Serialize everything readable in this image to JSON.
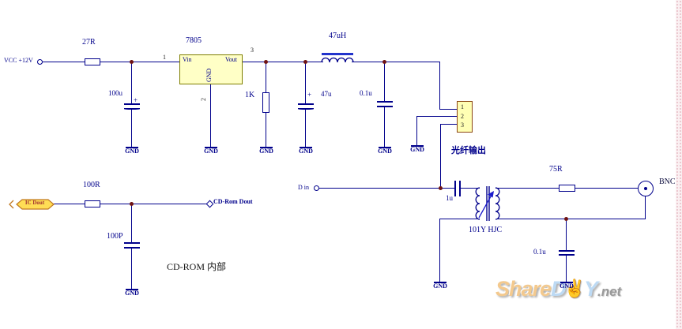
{
  "title": "CD-ROM digital audio output schematic",
  "colors": {
    "wire": "#00008B",
    "junction": "#6E1212",
    "ic_fill": "#FFFFC6",
    "ic_border": "#7F7F00",
    "connector_fill": "#FFFFB4",
    "connector_border": "#8B4513",
    "flag_fill": "#FFDD55",
    "flag_border": "#C07820",
    "flag_text": "#A03030",
    "watermark_orange": "#F3C98E",
    "watermark_blue": "#BDDAF4"
  },
  "common": {
    "gnd": "GND",
    "plus": "+"
  },
  "power_stage": {
    "vcc": "VCC +12V",
    "r_in": "27R",
    "regulator": "7805",
    "vin": "Vin",
    "vout": "Vout",
    "reg_gnd": "GND",
    "pin1": "1",
    "pin2": "2",
    "pin3": "3",
    "c_in": "100u",
    "r_bleed": "1K",
    "c_out": "47u",
    "inductor": "47uH",
    "c_filter": "0.1u"
  },
  "fiber": {
    "pins": [
      "1",
      "2",
      "3"
    ],
    "label": "光纤输出"
  },
  "cdrom": {
    "ic_dout": "IC Dout",
    "r_series": "100R",
    "c_shunt": "100P",
    "dout": "CD-Rom Dout",
    "internal": "CD-ROM 内部"
  },
  "output_stage": {
    "d_in": "D in",
    "c_coupling": "1u",
    "transformer": "101Y HJC",
    "r_term": "75R",
    "bnc": "BNC",
    "c_shunt": "0.1u"
  },
  "watermark": {
    "share": "Share",
    "d": "D",
    "hand_icon": "✌",
    "y": "Y",
    "net": ".net"
  }
}
